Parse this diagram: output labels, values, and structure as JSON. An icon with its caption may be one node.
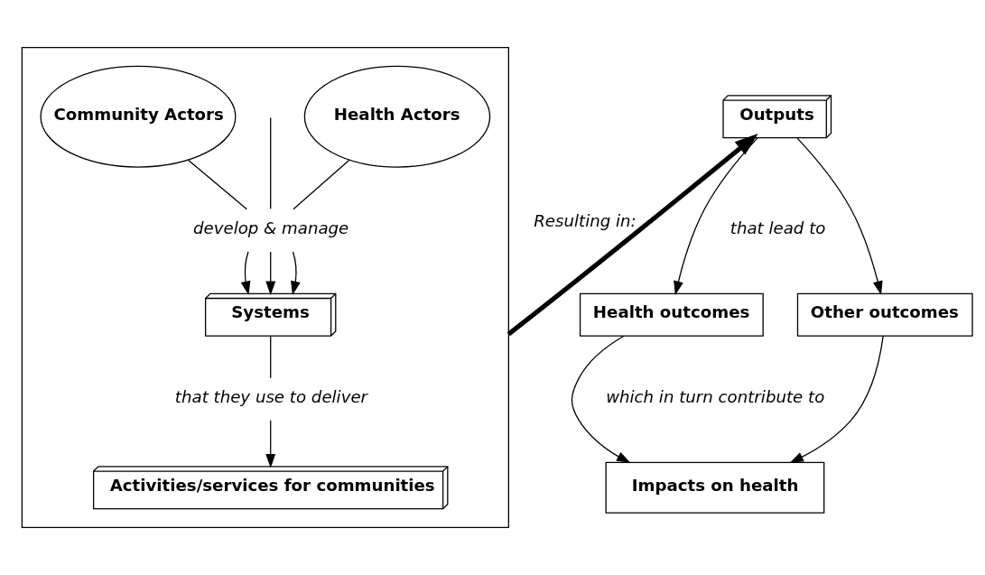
{
  "diagram": {
    "nodes": [
      {
        "text": [],
        "shape": "box"
      },
      {
        "text": [
          "Community Actors"
        ],
        "in": 0
      },
      {
        "text": [
          "Health Actors"
        ],
        "in": 0
      },
      {
        "text": [
          "develop & manage"
        ],
        "in": 0
      },
      {
        "text": [
          "Systems"
        ],
        "in": 0
      },
      {
        "text": [
          "that they use to deliver"
        ],
        "in": 0
      },
      {
        "text": [
          "Activities/services for communities"
        ],
        "in": 0
      },
      {
        "text": [
          "Outputs"
        ]
      },
      {
        "text": [
          "Health outcomes"
        ]
      },
      {
        "text": [
          "Other outcomes"
        ]
      },
      {
        "text": [
          "Impacts on health"
        ]
      }
    ],
    "edges": [
      {
        "from": 1,
        "to": 3,
        "arrow": "none"
      },
      {
        "from": null,
        "to": 3,
        "arrow": "none"
      },
      {
        "from": 2,
        "to": 3,
        "arrow": "none"
      },
      {
        "from": 3,
        "to": 4,
        "arrow": "to"
      },
      {
        "from": 3,
        "to": 4,
        "arrow": "to"
      },
      {
        "from": 3,
        "to": 4,
        "arrow": "to"
      },
      {
        "from": 4,
        "to": 5,
        "arrow": "none"
      },
      {
        "from": 5,
        "to": 6,
        "arrow": "to"
      },
      {
        "from": 0,
        "to": 7,
        "arrow": "to",
        "label": "Resulting in:",
        "style": "thick"
      },
      {
        "from": 7,
        "to": 8,
        "arrow": "to"
      },
      {
        "from": 7,
        "to": 9,
        "arrow": "to"
      },
      {
        "from": 8,
        "to": 10,
        "arrow": "to"
      },
      {
        "from": 9,
        "to": 10,
        "arrow": "to"
      }
    ],
    "labels": [
      "that lead to",
      "which in turn contribute to"
    ]
  }
}
